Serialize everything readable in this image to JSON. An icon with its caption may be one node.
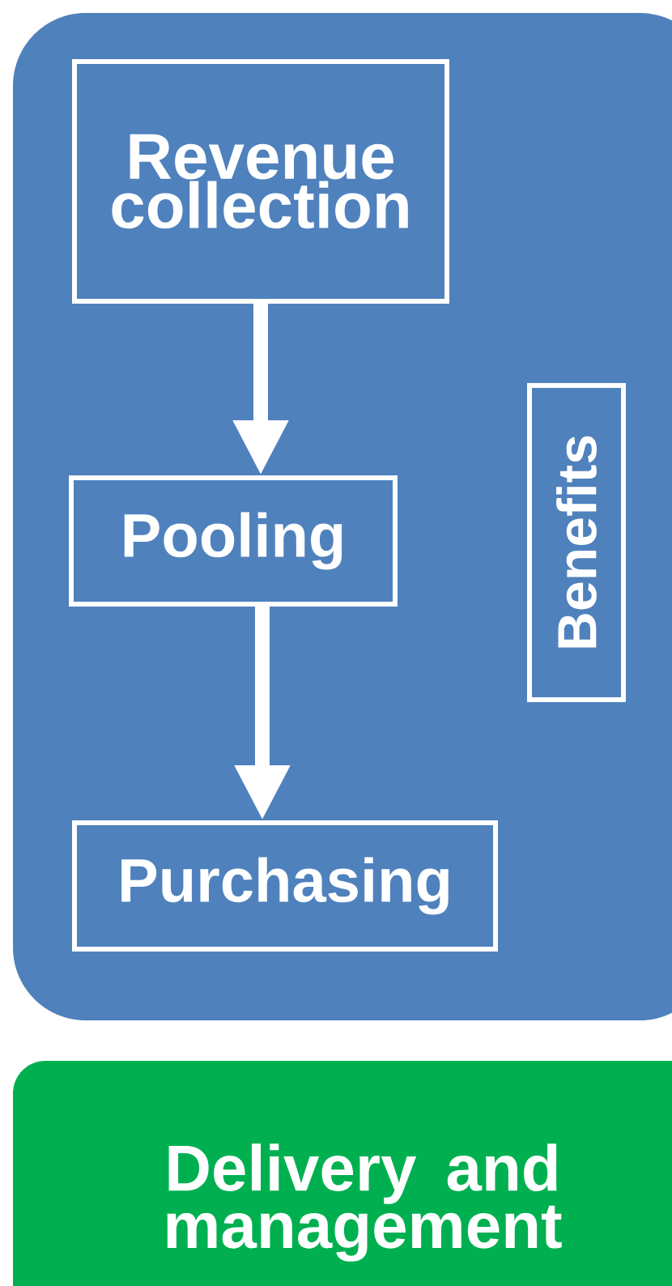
{
  "diagram": {
    "nodes": [
      {
        "text": [],
        "shape": "box"
      },
      {
        "text": [
          "Revenue collection"
        ],
        "in": 0
      },
      {
        "text": [
          "Pooling"
        ],
        "in": 0
      },
      {
        "text": [
          "Purchasing"
        ],
        "in": 0
      },
      {
        "text": [
          "Benefits"
        ],
        "in": 0
      },
      {
        "text": [
          "Delivery and management"
        ]
      }
    ],
    "edges": [
      {
        "from": 1,
        "to": 2,
        "arrow": "to"
      },
      {
        "from": 2,
        "to": 3,
        "arrow": "to"
      }
    ]
  }
}
